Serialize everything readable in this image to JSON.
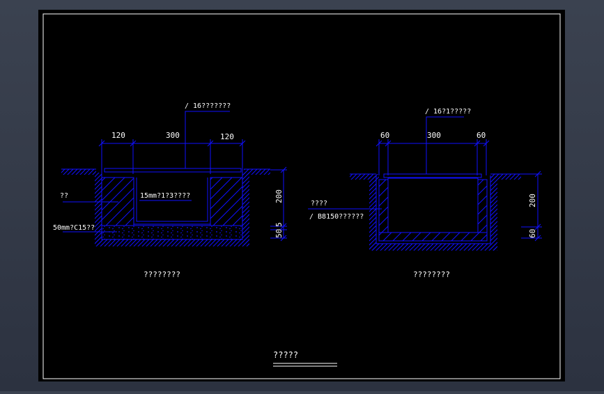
{
  "colors": {
    "frame_outer": "#3b4250",
    "paper": "#000000",
    "border": "#ffffff",
    "linework": "#1010ff",
    "text": "#ffffff"
  },
  "left_section": {
    "top_callout": "/ 16???????",
    "dims_top": [
      "120",
      "300",
      "120"
    ],
    "dim_right_height": "200",
    "dim_right_small_a": "50",
    "dim_right_small_b": "5",
    "label_side": "??",
    "label_inner": "15mm?1?3????",
    "label_bottom": "50mm?C15??",
    "caption": "????????"
  },
  "right_section": {
    "top_callout": "/ 16?1?????",
    "dims_top": [
      "60",
      "300",
      "60"
    ],
    "dim_right_height": "200",
    "dim_right_small": "60",
    "label_a": "????",
    "label_b": "/ B8150??????",
    "caption": "????????"
  },
  "drawing_title": "?????"
}
